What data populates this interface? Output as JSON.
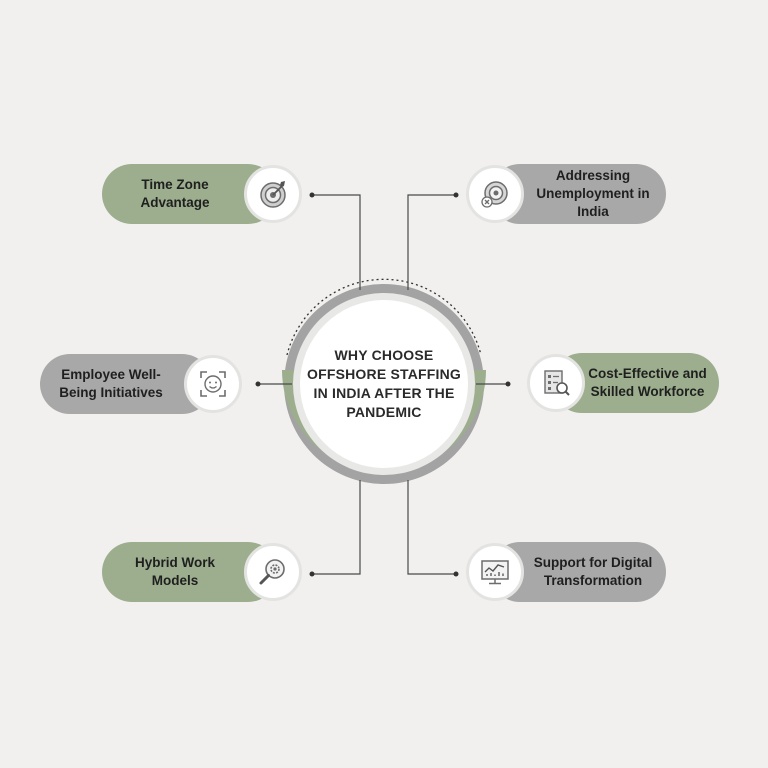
{
  "center": {
    "title": "WHY CHOOSE\nOFFSHORE STAFFING\nIN INDIA AFTER THE\nPANDEMIC"
  },
  "nodes": {
    "time_zone": {
      "label": "Time Zone\nAdvantage",
      "icon": "target-icon"
    },
    "unemployment": {
      "label": "Addressing\nUnemployment in\nIndia",
      "icon": "target-badge-icon"
    },
    "wellbeing": {
      "label": "Employee Well-\nBeing Initiatives",
      "icon": "face-scan-icon"
    },
    "cost_effective": {
      "label": "Cost-Effective and\nSkilled Workforce",
      "icon": "checklist-search-icon"
    },
    "hybrid": {
      "label": "Hybrid Work\nModels",
      "icon": "magnifier-gear-icon"
    },
    "digital": {
      "label": "Support for Digital\nTransformation",
      "icon": "monitor-chart-icon"
    }
  },
  "colors": {
    "background": "#f1f0ee",
    "green": "#9cae8e",
    "gray": "#a8a8a8",
    "ring_gray": "#a3a3a3",
    "line": "#4a4a4a"
  }
}
